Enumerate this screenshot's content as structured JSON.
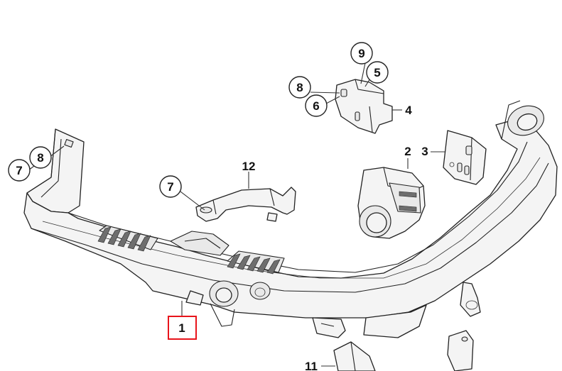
{
  "callouts": [
    {
      "id": "c9",
      "label": "9",
      "circled": true
    },
    {
      "id": "c5",
      "label": "5",
      "circled": true
    },
    {
      "id": "c8a",
      "label": "8",
      "circled": true
    },
    {
      "id": "c6",
      "label": "6",
      "circled": true
    },
    {
      "id": "c4",
      "label": "4",
      "circled": false
    },
    {
      "id": "c2",
      "label": "2",
      "circled": false
    },
    {
      "id": "c3",
      "label": "3",
      "circled": false
    },
    {
      "id": "c12",
      "label": "12",
      "circled": false
    },
    {
      "id": "c7a",
      "label": "7",
      "circled": true
    },
    {
      "id": "c8b",
      "label": "8",
      "circled": true
    },
    {
      "id": "c7b",
      "label": "7",
      "circled": true
    },
    {
      "id": "c1",
      "label": "1",
      "circled": false,
      "highlighted": true
    },
    {
      "id": "c11",
      "label": "11",
      "circled": false
    }
  ],
  "colors": {
    "highlight_box": "#e8141b",
    "line": "#222222",
    "fill": "#f4f4f4"
  }
}
